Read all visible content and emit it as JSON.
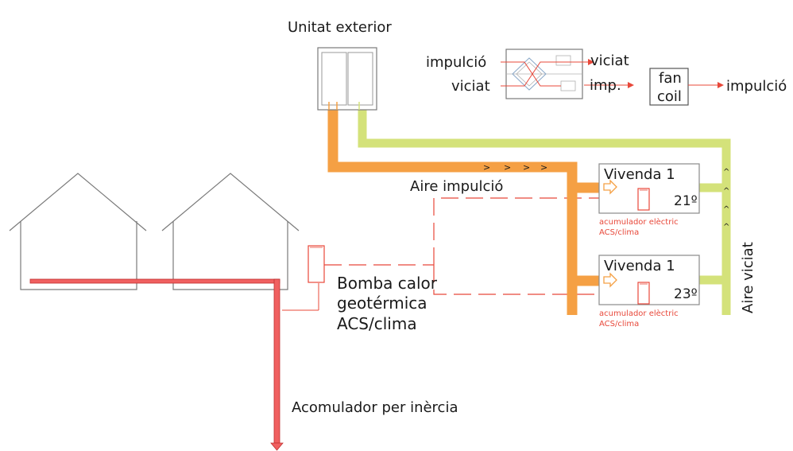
{
  "labels": {
    "outdoor_unit": "Unitat exterior",
    "hrv_in_left": "impulció",
    "hrv_out_left": "viciat",
    "hrv_out_top": "viciat",
    "hrv_out_imp": "imp.",
    "fan_coil_line1": "fan",
    "fan_coil_line2": "coil",
    "fan_coil_out": "impulció",
    "supply_air": "Aire impulció",
    "exhaust_air": "Aire viciat",
    "heat_pump_line1": "Bomba calor",
    "heat_pump_line2": "geotérmica",
    "heat_pump_line3": "ACS/clima",
    "inertia_tank": "Acomulador per inèrcia"
  },
  "dwellings": [
    {
      "name": "Vivenda 1",
      "temperature": "21º",
      "note_line1": "acumulador elèctric",
      "note_line2": "ACS/clima"
    },
    {
      "name": "Vivenda 1",
      "temperature": "23º",
      "note_line1": "acumulador elèctric",
      "note_line2": "ACS/clima"
    }
  ],
  "flow_markers": {
    "supply": ">",
    "exhaust": "^"
  },
  "colors": {
    "supply_duct": "#f5a044",
    "exhaust_duct": "#d4e27a",
    "hot_pipe": "#f06060",
    "dashed_line": "#e8483a",
    "outline": "#7a7a7a"
  }
}
